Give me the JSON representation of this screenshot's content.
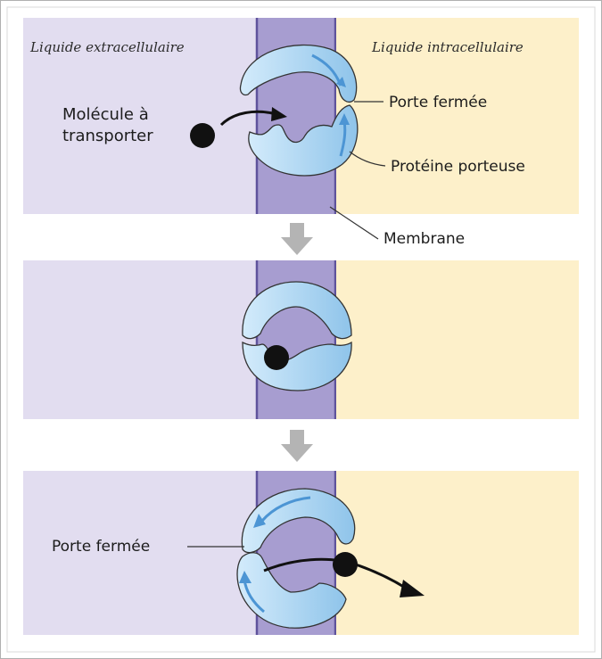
{
  "labels": {
    "extracellular": "Liquide extracellulaire",
    "intracellular": "Liquide intracellulaire",
    "molecule_line1": "Molécule à",
    "molecule_line2": "transporter",
    "gate_closed_top": "Porte fermée",
    "carrier_protein": "Protéine porteuse",
    "membrane": "Membrane",
    "gate_closed_bottom": "Porte fermée"
  },
  "colors": {
    "extracellular": "#e2ddf0",
    "intracellular": "#fdf0ca",
    "membrane": "#a79dd0",
    "membrane_edge": "#5f539c",
    "protein": "#bfe0f6",
    "protein_dark": "#8fc4ea",
    "protein_arrow": "#4c95d4",
    "molecule": "#111111",
    "step_arrow": "#b4b4b4"
  },
  "icons": {
    "step": "down-arrow",
    "motion": "curved-arrow"
  }
}
